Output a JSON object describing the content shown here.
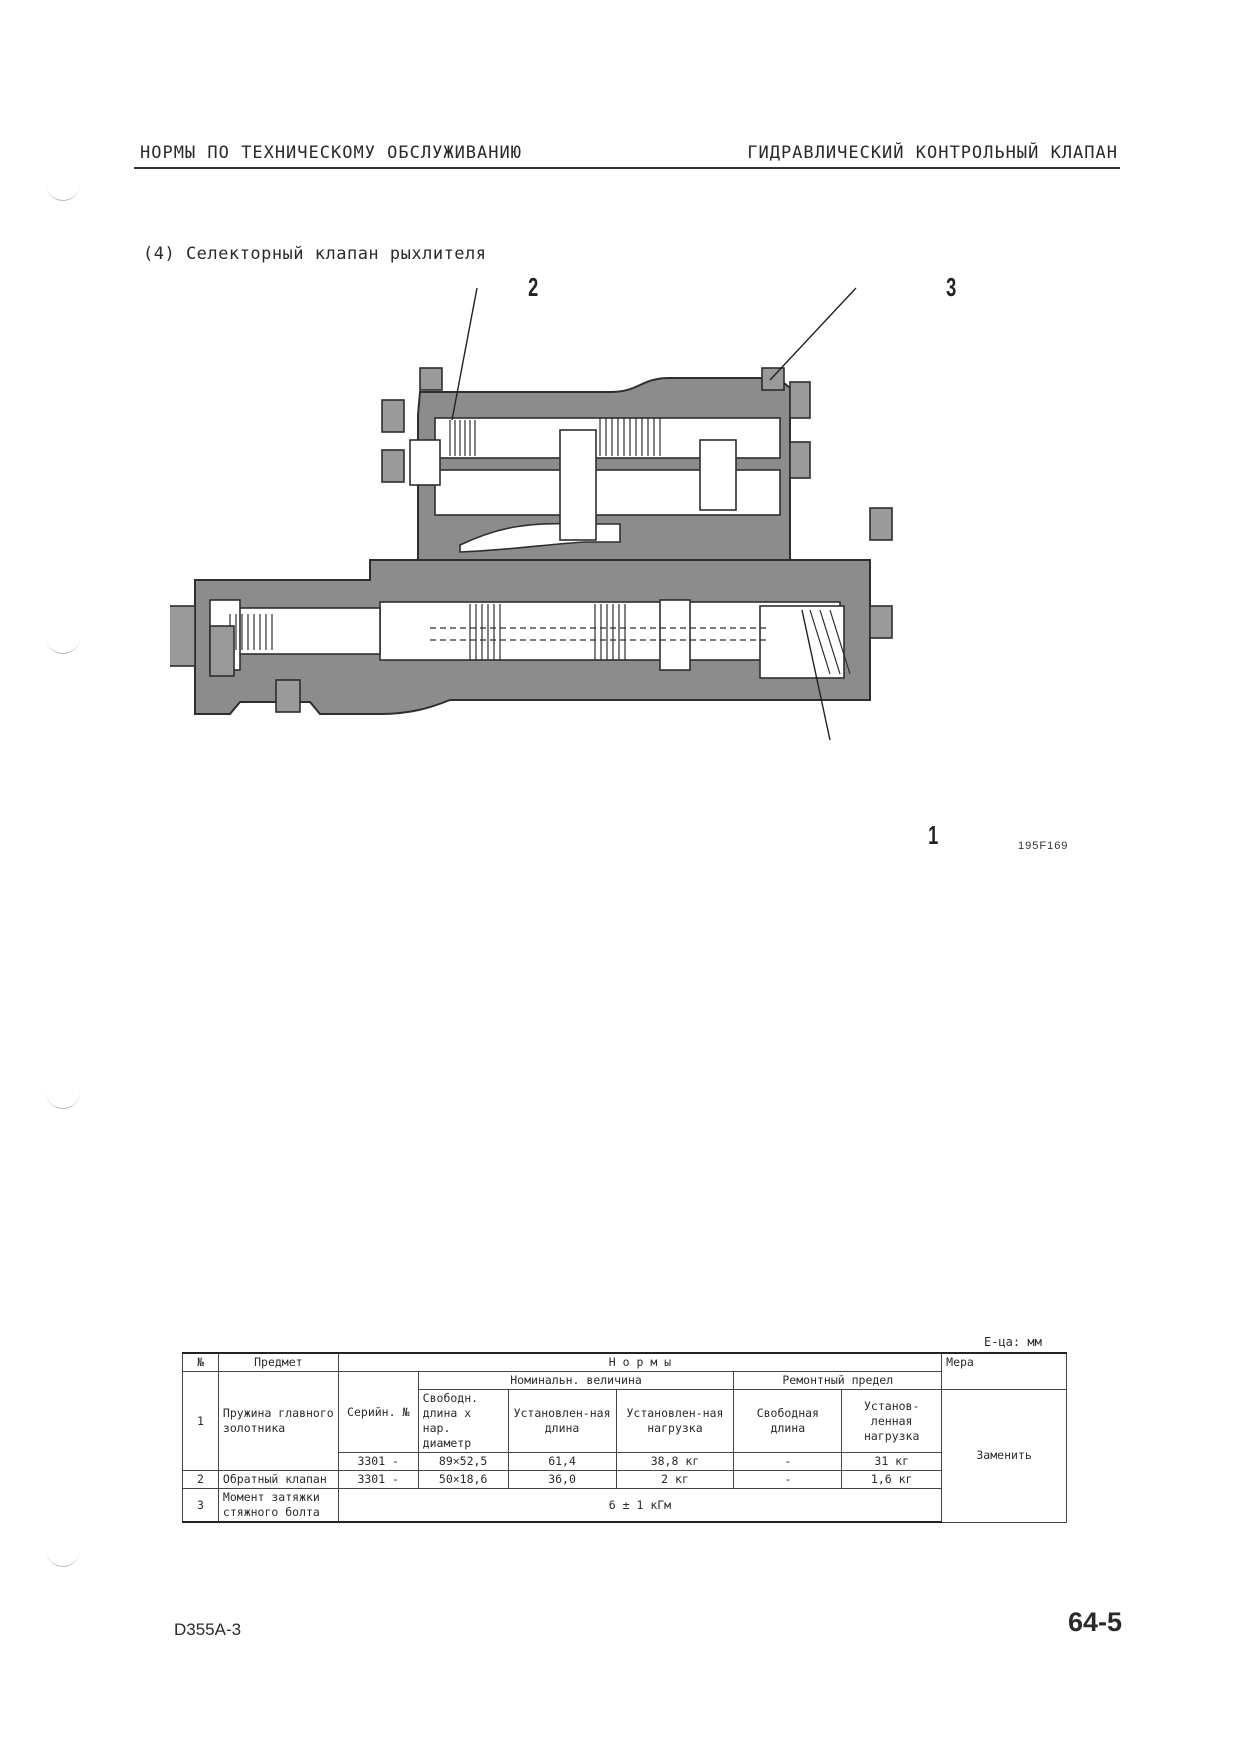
{
  "header": {
    "left": "НОРМЫ ПО ТЕХНИЧЕСКОМУ ОБСЛУЖИВАНИЮ",
    "right": "ГИДРАВЛИЧЕСКИЙ КОНТРОЛЬНЫЙ КЛАПАН"
  },
  "section_title": "(4) Селекторный клапан рыхлителя",
  "figure": {
    "callouts": [
      "2",
      "3",
      "1"
    ],
    "code": "195F169"
  },
  "table": {
    "units_note": "Е-ца: мм",
    "headers": {
      "no": "№",
      "item": "Предмет",
      "norms": "Н о р м ы",
      "measure": "Мера",
      "nominal": "Номинальн. величина",
      "repair_limit": "Ремонтный предел",
      "serial": "Серийн. №",
      "free_length_dia": "Свободн. длина х нар. диаметр",
      "installed_length": "Установлен-ная длина",
      "installed_load": "Установлен-ная нагрузка",
      "free_length": "Свободная длина",
      "installed_load_limit": "Установ-ленная нагрузка"
    },
    "rows": [
      {
        "no": "1",
        "item": "Пружина главного золотника",
        "serial": "3301 -",
        "free_dia": "89×52,5",
        "inst_len": "61,4",
        "inst_load": "38,8 кг",
        "free_len": "-",
        "load_limit": "31 кг"
      },
      {
        "no": "2",
        "item": "Обратный клапан",
        "serial": "3301 -",
        "free_dia": "50×18,6",
        "inst_len": "36,0",
        "inst_load": "2 кг",
        "free_len": "-",
        "load_limit": "1,6 кг"
      },
      {
        "no": "3",
        "item": "Момент затяжки стяжного болта",
        "value": "6 ± 1 кГм"
      }
    ],
    "measure_value": "Заменить"
  },
  "footer": {
    "left": "D355A-3",
    "right": "64-5"
  }
}
